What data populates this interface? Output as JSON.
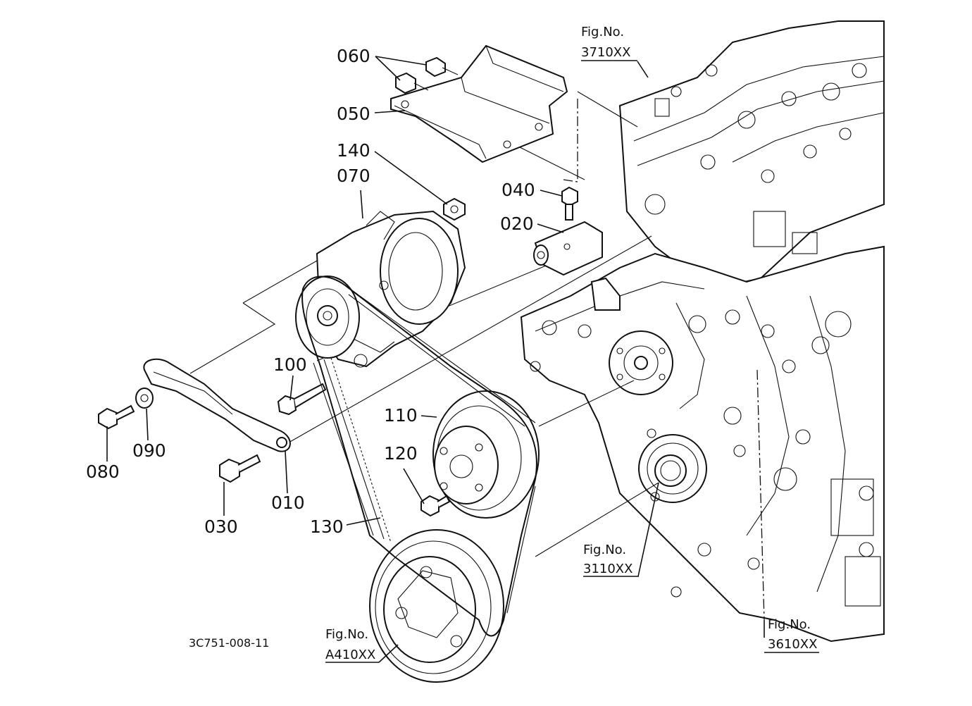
{
  "callouts": {
    "c060": "060",
    "c050": "050",
    "c140": "140",
    "c070": "070",
    "c040": "040",
    "c020": "020",
    "c100": "100",
    "c110": "110",
    "c120": "120",
    "c080": "080",
    "c090": "090",
    "c010": "010",
    "c030": "030",
    "c130": "130"
  },
  "figure_refs": {
    "f3710_label": "Fig.No.",
    "f3710_num": "3710XX",
    "f3110_label": "Fig.No.",
    "f3110_num": "3110XX",
    "fA410_label": "Fig.No.",
    "fA410_num": "A410XX",
    "f3610_label": "Fig.No.",
    "f3610_num": "3610XX"
  },
  "drawing_code": "3C751-008-11"
}
